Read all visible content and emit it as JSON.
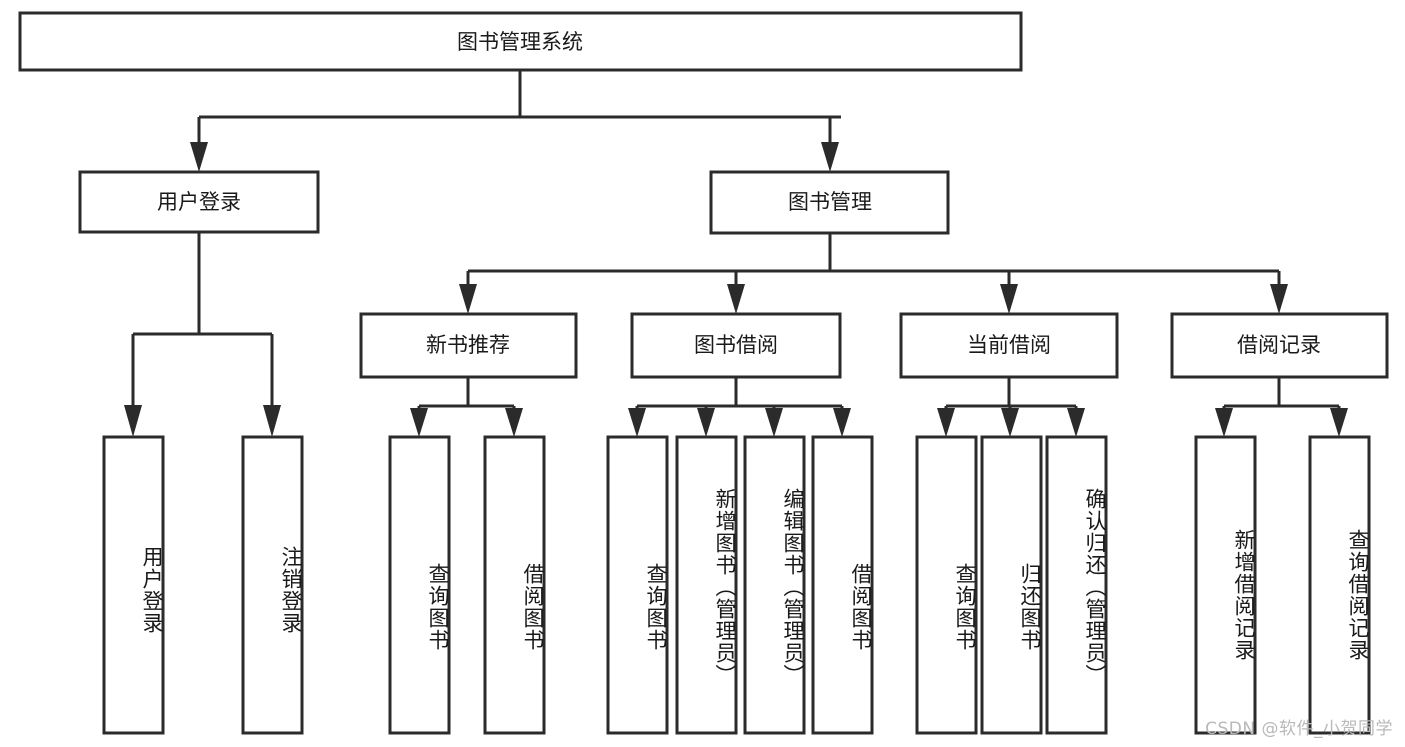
{
  "diagram": {
    "type": "tree-hierarchy-chart",
    "title": "图书管理系统",
    "orientation": "top-down",
    "box_fill": "#ffffff",
    "box_stroke": "#2b2b2b",
    "text_color": "#1a1a1a",
    "background": "#ffffff",
    "root": {
      "label": "图书管理系统"
    },
    "level2": [
      {
        "id": "user-login",
        "label": "用户登录"
      },
      {
        "id": "book-manage",
        "label": "图书管理"
      }
    ],
    "level3": [
      {
        "id": "new-book-recommend",
        "label": "新书推荐",
        "parent": "book-manage"
      },
      {
        "id": "book-borrow",
        "label": "图书借阅",
        "parent": "book-manage"
      },
      {
        "id": "current-borrow",
        "label": "当前借阅",
        "parent": "book-manage"
      },
      {
        "id": "borrow-record",
        "label": "借阅记录",
        "parent": "book-manage"
      }
    ],
    "leaves": [
      {
        "id": "leaf-user-login",
        "label": "用户登录",
        "parent": "user-login"
      },
      {
        "id": "leaf-logout-login",
        "label": "注销登录",
        "parent": "user-login"
      },
      {
        "id": "leaf-query-book-1",
        "label": "查询图书",
        "parent": "new-book-recommend"
      },
      {
        "id": "leaf-borrow-book-1",
        "label": "借阅图书",
        "parent": "new-book-recommend"
      },
      {
        "id": "leaf-query-book-2",
        "label": "查询图书",
        "parent": "book-borrow"
      },
      {
        "id": "leaf-add-book",
        "label": "新增图书（管理员）",
        "parent": "book-borrow"
      },
      {
        "id": "leaf-edit-book",
        "label": "编辑图书（管理员）",
        "parent": "book-borrow"
      },
      {
        "id": "leaf-borrow-book-2",
        "label": "借阅图书",
        "parent": "book-borrow"
      },
      {
        "id": "leaf-query-book-3",
        "label": "查询图书",
        "parent": "current-borrow"
      },
      {
        "id": "leaf-return-book",
        "label": "归还图书",
        "parent": "current-borrow"
      },
      {
        "id": "leaf-confirm-return",
        "label": "确认归还（管理员）",
        "parent": "current-borrow"
      },
      {
        "id": "leaf-add-borrow-record",
        "label": "新增借阅记录",
        "parent": "borrow-record"
      },
      {
        "id": "leaf-query-borrow-record",
        "label": "查询借阅记录",
        "parent": "borrow-record"
      }
    ]
  },
  "watermark": {
    "text": "CSDN @软件_小贺同学"
  }
}
